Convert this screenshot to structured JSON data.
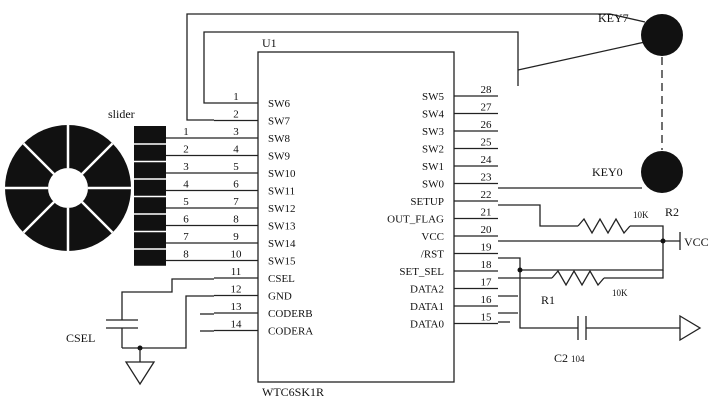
{
  "chip": {
    "ref": "U1",
    "part": "WTC6SK1R",
    "left_pins": [
      {
        "num": "1",
        "name": "SW6"
      },
      {
        "num": "2",
        "name": "SW7"
      },
      {
        "num": "3",
        "name": "SW8"
      },
      {
        "num": "4",
        "name": "SW9"
      },
      {
        "num": "5",
        "name": "SW10"
      },
      {
        "num": "6",
        "name": "SW11"
      },
      {
        "num": "7",
        "name": "SW12"
      },
      {
        "num": "8",
        "name": "SW13"
      },
      {
        "num": "9",
        "name": "SW14"
      },
      {
        "num": "10",
        "name": "SW15"
      },
      {
        "num": "11",
        "name": "CSEL"
      },
      {
        "num": "12",
        "name": "GND"
      },
      {
        "num": "13",
        "name": "CODERB"
      },
      {
        "num": "14",
        "name": "CODERA"
      }
    ],
    "right_pins": [
      {
        "num": "28",
        "name": "SW5"
      },
      {
        "num": "27",
        "name": "SW4"
      },
      {
        "num": "26",
        "name": "SW3"
      },
      {
        "num": "25",
        "name": "SW2"
      },
      {
        "num": "24",
        "name": "SW1"
      },
      {
        "num": "23",
        "name": "SW0"
      },
      {
        "num": "22",
        "name": "SETUP"
      },
      {
        "num": "21",
        "name": "OUT_FLAG"
      },
      {
        "num": "20",
        "name": "VCC"
      },
      {
        "num": "19",
        "name": "/RST"
      },
      {
        "num": "18",
        "name": "SET_SEL"
      },
      {
        "num": "17",
        "name": "DATA2"
      },
      {
        "num": "16",
        "name": "DATA1"
      },
      {
        "num": "15",
        "name": "DATA0"
      }
    ]
  },
  "slider": {
    "label": "slider",
    "segments": [
      "1",
      "2",
      "3",
      "4",
      "5",
      "6",
      "7",
      "8"
    ]
  },
  "keys": {
    "top": "KEY7",
    "bottom": "KEY0"
  },
  "components": {
    "r2_ref": "R2",
    "r2_value": "10K",
    "r1_ref": "R1",
    "r1_value": "10K",
    "c2_ref": "C2",
    "c2_value": "104",
    "csel_ref": "CSEL",
    "vcc_label": "VCC"
  }
}
